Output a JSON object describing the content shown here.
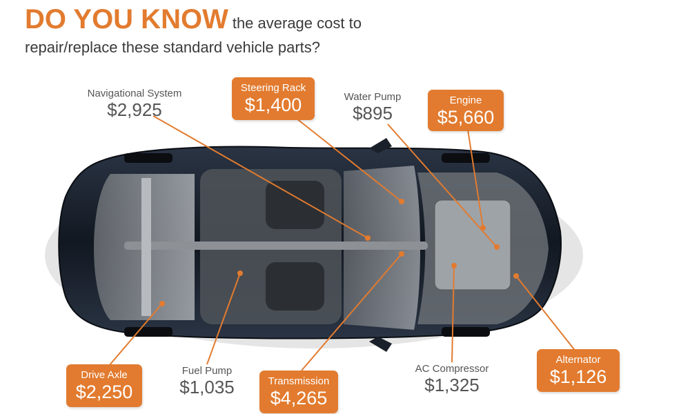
{
  "header": {
    "highlight": "DO YOU KNOW",
    "line1_rest": "the average cost to",
    "line2": "repair/replace these standard vehicle parts?"
  },
  "parts": {
    "nav": {
      "name": "Navigational System",
      "price": "$2,925"
    },
    "steering": {
      "name": "Steering Rack",
      "price": "$1,400"
    },
    "water": {
      "name": "Water Pump",
      "price": "$895"
    },
    "engine": {
      "name": "Engine",
      "price": "$5,660"
    },
    "axle": {
      "name": "Drive Axle",
      "price": "$2,250"
    },
    "fuel": {
      "name": "Fuel Pump",
      "price": "$1,035"
    },
    "trans": {
      "name": "Transmission",
      "price": "$4,265"
    },
    "ac": {
      "name": "AC Compressor",
      "price": "$1,325"
    },
    "alt": {
      "name": "Alternator",
      "price": "$1,126"
    }
  },
  "colors": {
    "accent": "#e27b2f",
    "text": "#3a3a3a",
    "car_body": "#1c2330"
  }
}
